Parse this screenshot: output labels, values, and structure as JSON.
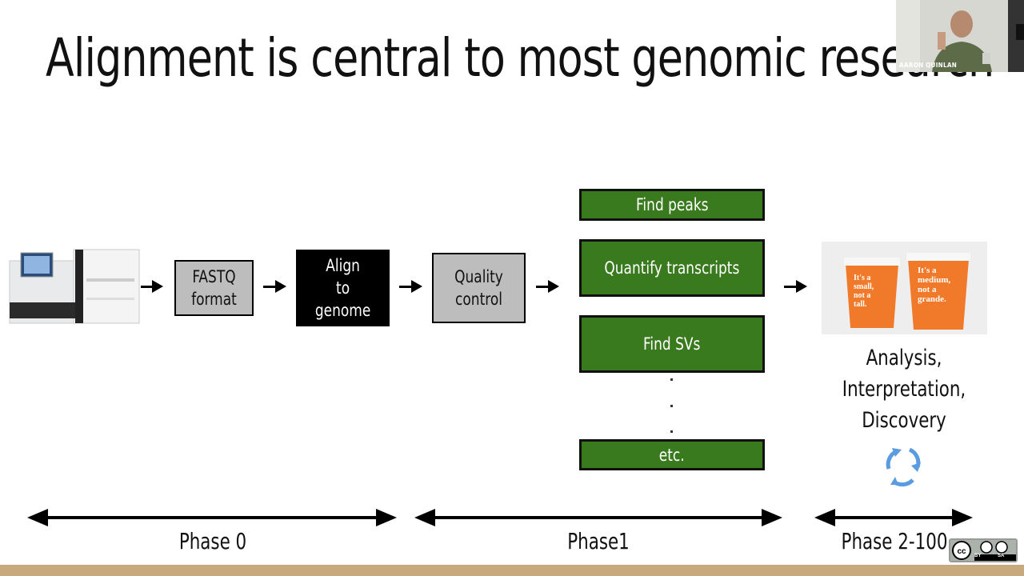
{
  "slide": {
    "title": "Alignment is central to most genomic research"
  },
  "pipeline": {
    "fastq": [
      "FASTQ",
      "format"
    ],
    "align": [
      "Align",
      "to",
      "genome"
    ],
    "qc": "Quality control",
    "tasks": [
      "Find peaks",
      "Quantify transcripts",
      "Find SVs",
      "etc."
    ],
    "output": [
      "Analysis,",
      "Interpretation,",
      "Discovery"
    ]
  },
  "coffee_cups": {
    "left": [
      "It's a",
      "small,",
      "not a",
      "tall."
    ],
    "right": [
      "It's a",
      "medium,",
      "not a",
      "grande."
    ]
  },
  "phases": [
    "Phase 0",
    "Phase1",
    "Phase 2-100"
  ],
  "webcam": {
    "name": "AARON QUINLAN"
  },
  "license": {
    "labels": [
      "BY",
      "SA"
    ]
  },
  "colors": {
    "task_green": "#3a7a1e",
    "step_gray": "#bdbdbd",
    "accent_bar": "#c8a97e"
  }
}
